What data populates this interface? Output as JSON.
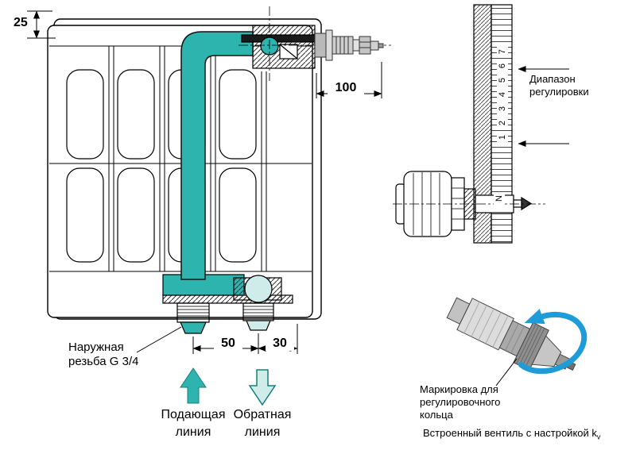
{
  "dimensions": {
    "top_offset": "25",
    "valve_length": "100",
    "center_spacing": "50",
    "edge_spacing": "30"
  },
  "labels": {
    "thread": [
      "Наружная",
      "резьба G 3/4"
    ],
    "supply": [
      "Подающая",
      "линия"
    ],
    "return": [
      "Обратная",
      "линия"
    ],
    "range": [
      "Диапазон",
      "регулировки"
    ],
    "marking": [
      "Маркировка для",
      "регулировочного",
      "кольца"
    ],
    "caption": "Встроенный вентиль с настройкой k",
    "caption_sub": "v"
  },
  "scale": {
    "numbers": [
      "7",
      "6",
      "5",
      "4",
      "3",
      "2",
      "1"
    ],
    "marker": "N"
  },
  "colors": {
    "teal": "#2db4af",
    "teal_light": "#cfeceb",
    "blue_arrow": "#1e9cd7",
    "line": "#000000"
  }
}
